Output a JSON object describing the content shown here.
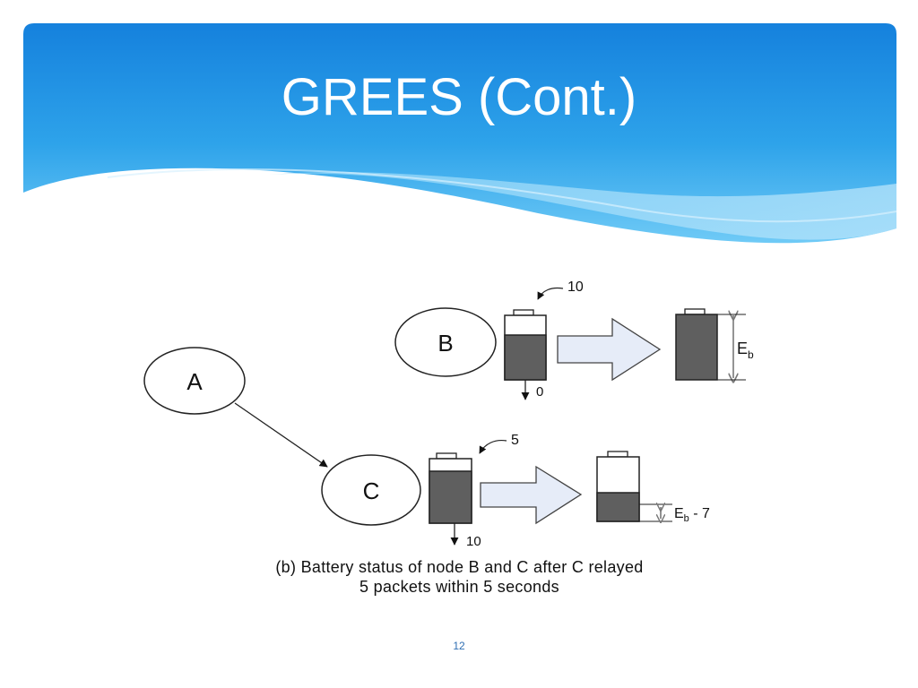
{
  "slide": {
    "title": "GREES (Cont.)",
    "page_number": "12"
  },
  "diagram": {
    "nodes": {
      "a": "A",
      "b": "B",
      "c": "C"
    },
    "battery_b": {
      "in_label": "10",
      "out_label": "0",
      "result_label_base": "E",
      "result_label_sub": "b"
    },
    "battery_c": {
      "in_label": "5",
      "out_label": "10",
      "result_label_base": "E",
      "result_label_sub": "b",
      "result_label_suffix": " - 7"
    },
    "caption": {
      "line1": "(b) Battery status of node B and C after C relayed",
      "line2": "5 packets within 5 seconds"
    }
  },
  "colors": {
    "header_blue": "#1e88e5",
    "header_light": "#64c3f5",
    "battery_fill": "#5f5f5f",
    "arrow_fill": "#e6ecf8"
  }
}
